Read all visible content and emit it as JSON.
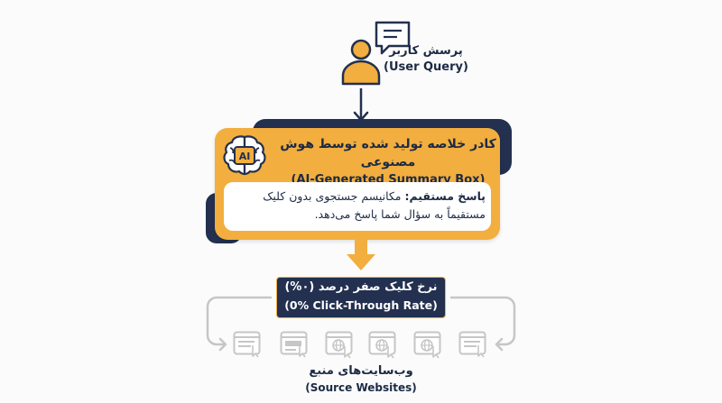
{
  "user_query": {
    "label_fa": "پرسش کاربر",
    "label_en": "(User Query)",
    "icons": [
      "user-icon",
      "chat-bubble-icon"
    ]
  },
  "ai_summary": {
    "title_fa": "کادر خلاصه تولید شده توسط هوش مصنوعی",
    "title_en": "(AI-Generated Summary Box)",
    "icon_text": "AI",
    "answer_bold": "پاسخ مستقیم:",
    "answer_text": " مکانیسم جستجوی بدون کلیک مستقیماً به سؤال شما پاسخ می‌دهد."
  },
  "ctr": {
    "label_fa": "نرخ کلیک صفر درصد (۰%)",
    "label_en": "(0% Click-Through Rate)"
  },
  "sources": {
    "label_fa": "وب‌سایت‌های منبع",
    "label_en": "(Source Websites)",
    "items": [
      "document-page-icon",
      "browser-window-icon",
      "globe-page-icon",
      "globe-page-icon",
      "globe-page-icon",
      "document-page-icon"
    ]
  },
  "colors": {
    "navy": "#23304f",
    "amber": "#f2ae3e",
    "gray": "#c6c6c6"
  }
}
